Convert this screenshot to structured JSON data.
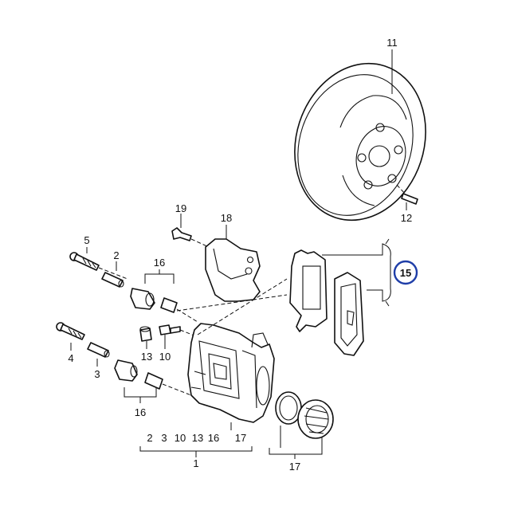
{
  "labels": {
    "disc": "11",
    "disc_screw": "12",
    "pads": "15",
    "pin_bolt_upper": "5",
    "pin_bolt_lower": "4",
    "sleeve_upper": "2",
    "sleeve_lower": "3",
    "bushing_upper": "16",
    "bushing_lower": "16",
    "cap": "13",
    "bleeder": "10",
    "splash_screw": "19",
    "splash_shield": "18",
    "caliper": "17",
    "seal_kit": "17",
    "kit_1": "1",
    "kit_items": [
      "2",
      "3",
      "10",
      "13",
      "16",
      "17"
    ]
  },
  "colors": {
    "line": "#111111",
    "highlight": "#1f3ea8",
    "background": "#ffffff"
  }
}
